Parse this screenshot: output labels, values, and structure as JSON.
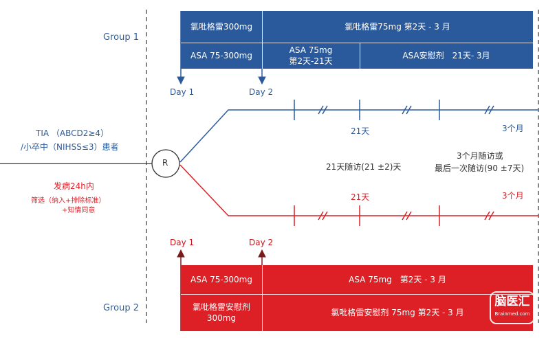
{
  "group1": {
    "label": "Group 1",
    "top_row": [
      "氯吡格雷300mg",
      "氯吡格雷75mg 第2天 - 3 月"
    ],
    "bottom_row": [
      "ASA 75-300mg",
      "ASA 75mg\n第2天-21天",
      "ASA安慰剂　21天- 3月"
    ],
    "day1": "Day 1",
    "day2": "Day 2"
  },
  "group2": {
    "label": "Group 2",
    "top_row": [
      "ASA 75-300mg",
      "ASA 75mg　第2天 - 3 月"
    ],
    "bottom_row": [
      "氯吡格雷安慰剂\n300mg",
      "氯吡格雷安慰剂 75mg 第2天 - 3 月"
    ],
    "day1": "Day 1",
    "day2": "Day 2"
  },
  "left": {
    "line1": "TIA （ABCD2≥4）",
    "line2": "/小卒中（NIHSS≤3）患者",
    "onset": "发病24h内",
    "screen1": "筛选（纳入+排除标准）",
    "screen2": "+知情同意"
  },
  "randomize": "R",
  "timeline": {
    "blue_21": "21天",
    "blue_3m": "3个月",
    "red_21": "21天",
    "red_3m": "3个月",
    "followup_21": "21天随访(21 ±2)天",
    "followup_3m_1": "3个月随访或",
    "followup_3m_2": "最后一次随访(90 ±7天)"
  },
  "watermark": {
    "main": "脑医汇",
    "sub": "Brainmed.com"
  },
  "colors": {
    "blue": "#2a5a9c",
    "red": "#dd1f26"
  }
}
